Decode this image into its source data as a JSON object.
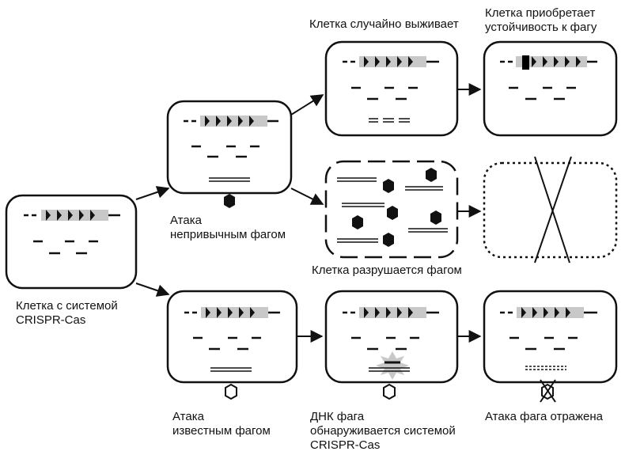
{
  "labels": {
    "start_cell": [
      "Клетка с системой",
      "CRISPR-Cas"
    ],
    "unfamiliar_attack": [
      "Атака",
      "непривычным фагом"
    ],
    "survives": "Клетка случайно выживает",
    "acquires": [
      "Клетка приобретает",
      "устойчивость к фагу"
    ],
    "destroyed": "Клетка разрушается фагом",
    "known_attack": [
      "Атака",
      "известным фагом"
    ],
    "detected": [
      "ДНК фага",
      "обнаруживается системой",
      "CRISPR-Cas"
    ],
    "repelled": "Атака фага отражена"
  },
  "colors": {
    "stroke": "#111111",
    "spacer": "#c8c8c8",
    "new_spacer": "#000000",
    "burst": "#c8c8c8"
  }
}
